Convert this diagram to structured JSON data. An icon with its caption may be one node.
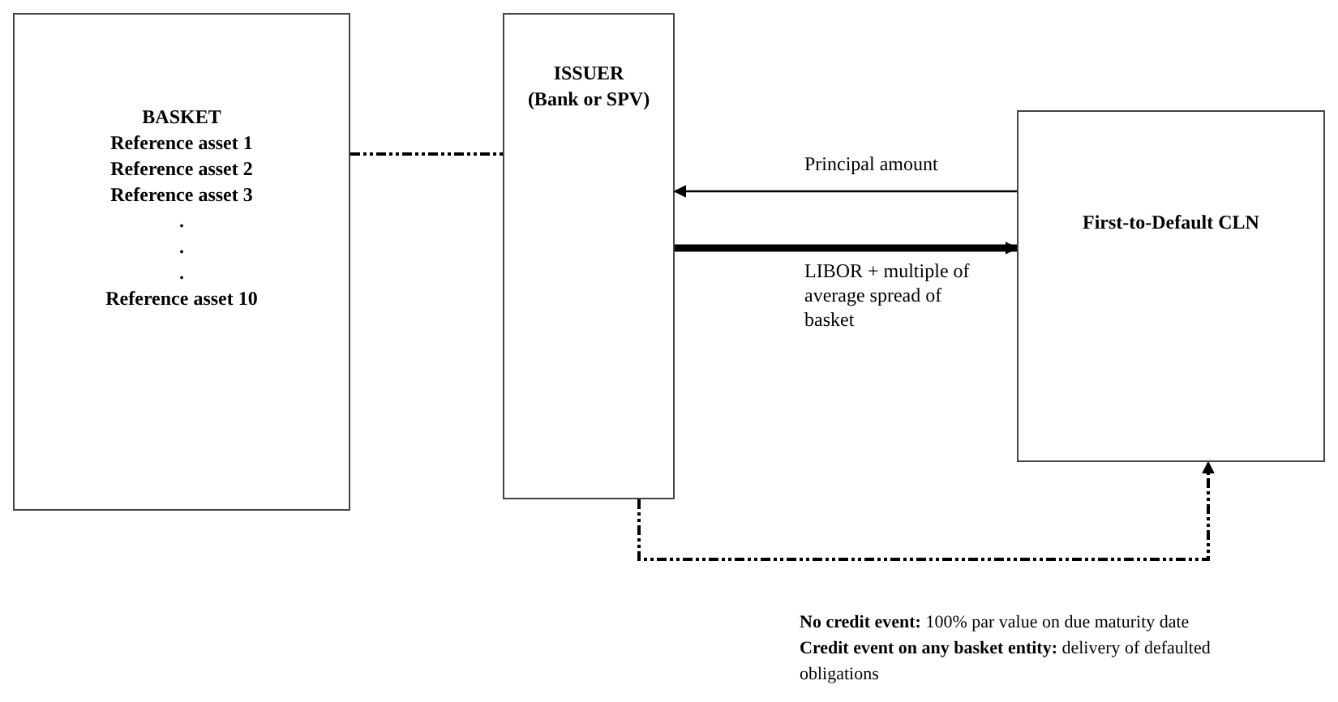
{
  "diagram": {
    "nodes": [
      {
        "text": [
          "BASKET",
          "Reference asset 1",
          "Reference asset 2",
          "Reference asset 3",
          ".",
          ".",
          ".",
          "Reference asset 10"
        ]
      },
      {
        "text": [
          "ISSUER",
          "(Bank or SPV)"
        ]
      },
      {
        "text": [
          "First-to-Default CLN"
        ]
      }
    ],
    "edges": [
      {
        "from": 0,
        "to": 1,
        "arrow": "none",
        "style": "dashed"
      },
      {
        "from": 2,
        "to": 1,
        "arrow": "to",
        "label": "Principal amount"
      },
      {
        "from": 1,
        "to": 2,
        "arrow": "to",
        "style": "thick",
        "label": "LIBOR + multiple of average spread of basket"
      },
      {
        "from": 1,
        "to": 2,
        "arrow": "to",
        "style": "dashed"
      }
    ],
    "labels": [
      "**No credit event:** 100% par value on due maturity date",
      "**Credit event on any basket entity:** delivery of defaulted obligations"
    ]
  }
}
